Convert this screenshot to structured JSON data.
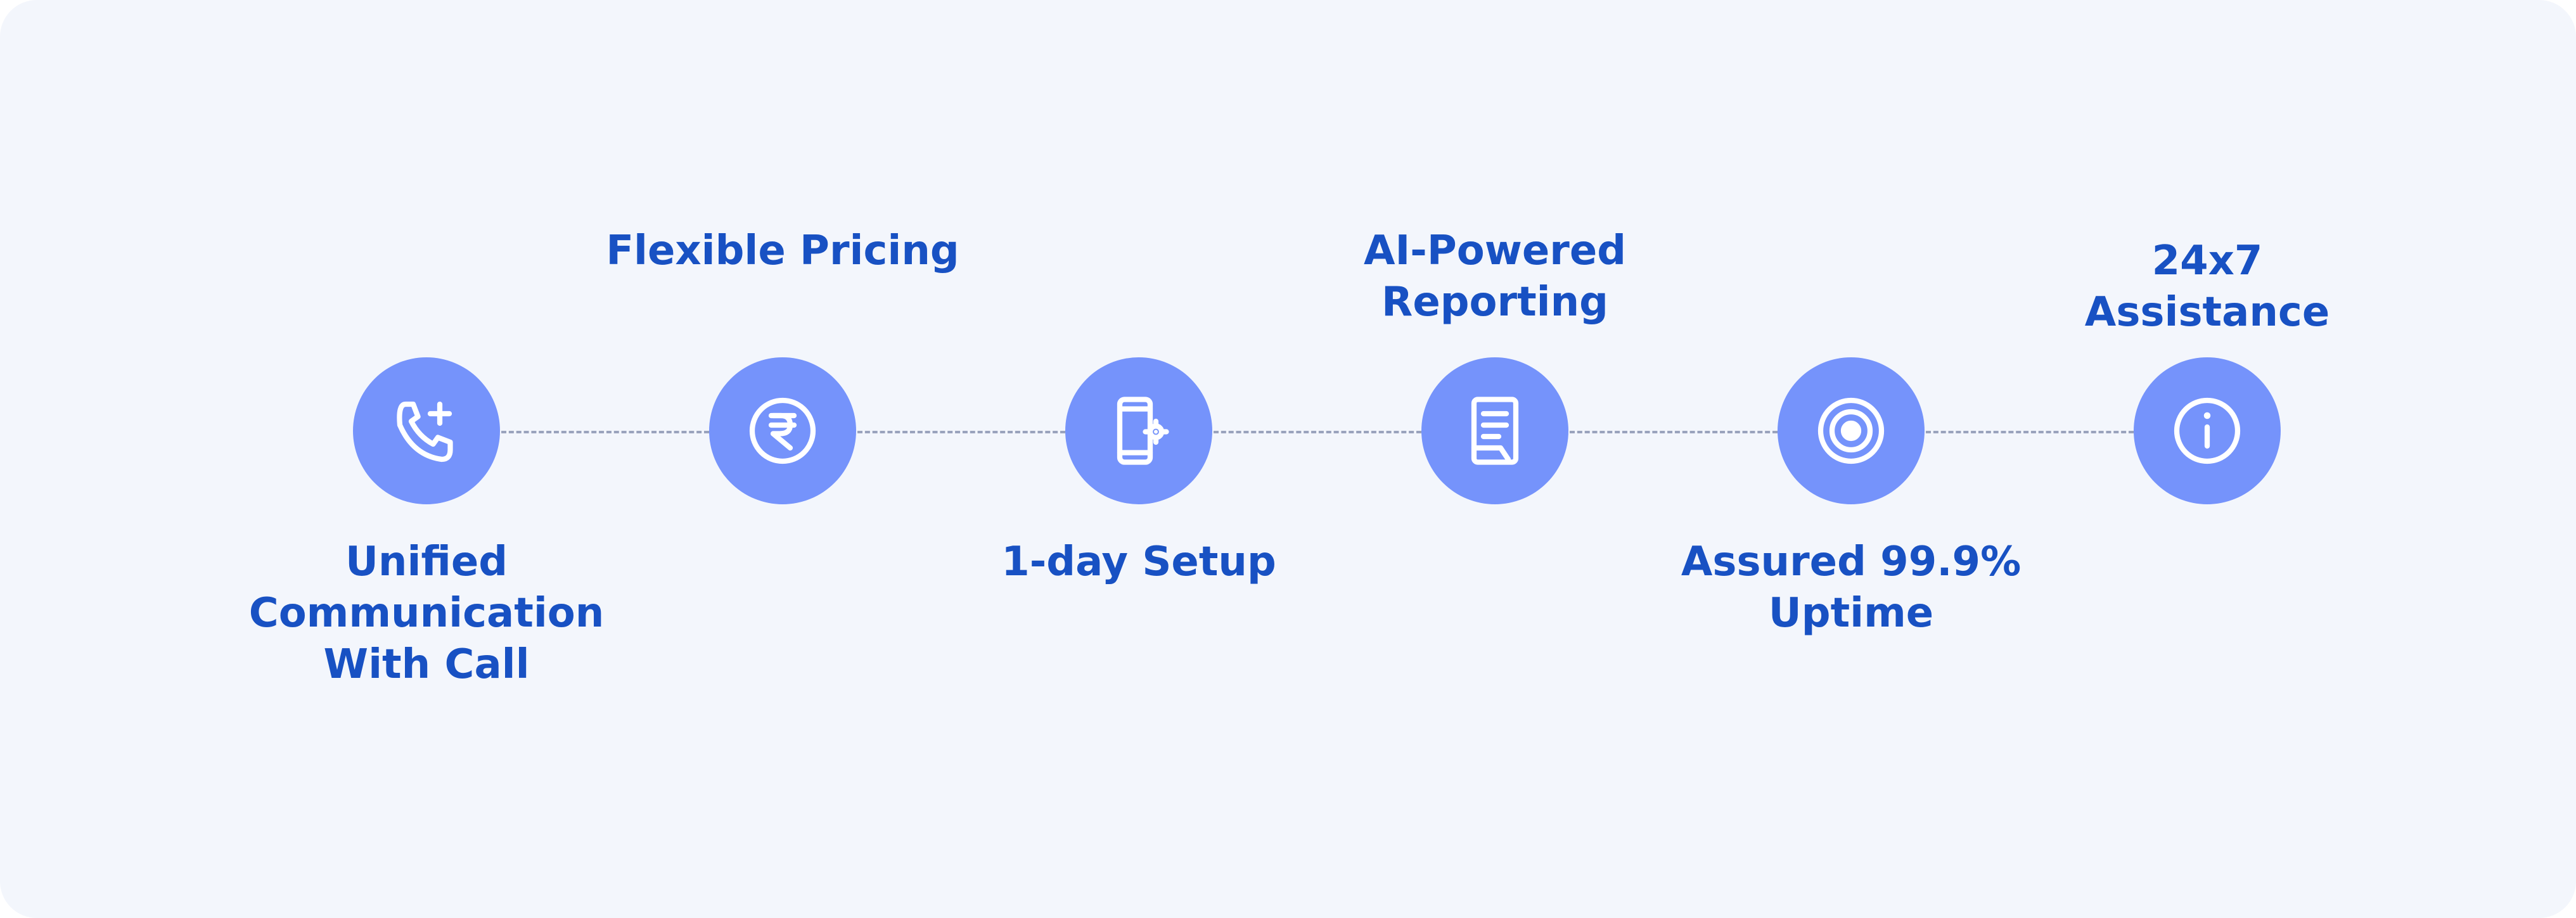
{
  "features": [
    {
      "label": "Unified\nCommunication\nWith Call",
      "icon": "phone-plus-icon",
      "position": "below"
    },
    {
      "label": "Flexible Pricing",
      "icon": "rupee-coin-icon",
      "position": "above"
    },
    {
      "label": "1-day Setup",
      "icon": "mobile-settings-icon",
      "position": "below"
    },
    {
      "label": "AI-Powered\nReporting",
      "icon": "report-document-icon",
      "position": "above"
    },
    {
      "label": "Assured 99.9%\nUptime",
      "icon": "target-icon",
      "position": "below"
    },
    {
      "label": "24x7\nAssistance",
      "icon": "info-icon",
      "position": "above"
    }
  ],
  "colors": {
    "background": "#f3f6fc",
    "circle": "#7593fb",
    "label": "#1851c3",
    "connector": "#9aa3bd"
  }
}
